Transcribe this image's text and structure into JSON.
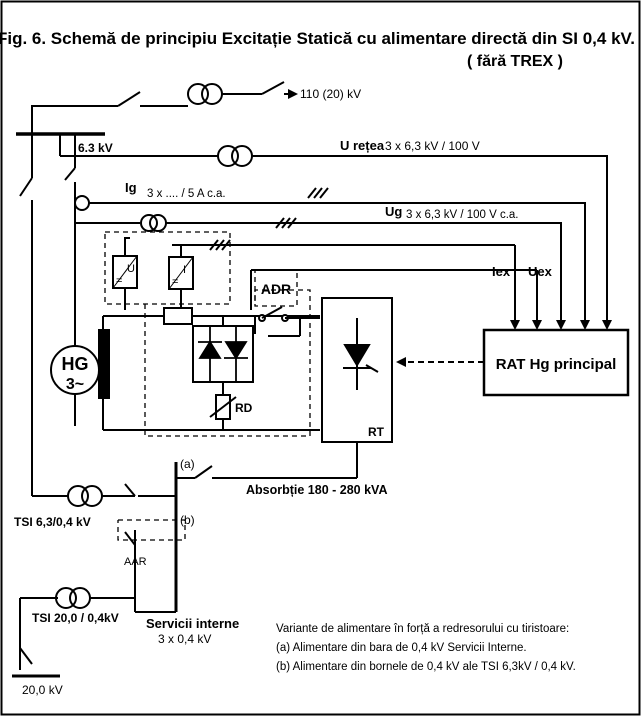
{
  "title": "Fig. 6. Schemă de principiu Excitație Statică cu alimentare directă din SI 0,4 kV.",
  "subtitle": "( fără TREX )",
  "labels": {
    "line_110": "110 (20) kV",
    "bus_63": "6.3 kV",
    "u_retea": "U rețea",
    "u_retea_val": "3 x 6,3 kV / 100 V",
    "ig": "Ig",
    "ig_val": "3 x .... / 5 A c.a.",
    "ug": "Ug",
    "ug_val": "3 x 6,3  kV / 100 V c.a.",
    "iex": "Iex",
    "uex": "Uex",
    "adr": "ADR",
    "hg_top": "HG",
    "hg_bottom": "3~",
    "rat": "RAT Hg principal",
    "rd": "RD",
    "rt": "RT",
    "conv_u": "U",
    "conv_i": "I",
    "conv_eq": "=",
    "opt_a": "(a)",
    "opt_b": "(b)",
    "absorbtie": "Absorbție 180 - 280 kVA",
    "tsi_63": "TSI 6,3/0,4 kV",
    "aar": "AAR",
    "tsi_20": "TSI 20,0 / 0,4kV",
    "servicii": "Servicii interne",
    "servicii_val": "3 x 0,4 kV",
    "bus_20": "20,0 kV"
  },
  "note": {
    "line1": "Variante de alimentare în forță a redresorului cu tiristoare:",
    "line2": "(a) Alimentare din bara de 0,4 kV Servicii Interne.",
    "line3": "(b) Alimentare din bornele de 0,4 kV ale TSI 6,3kV / 0,4 kV."
  }
}
